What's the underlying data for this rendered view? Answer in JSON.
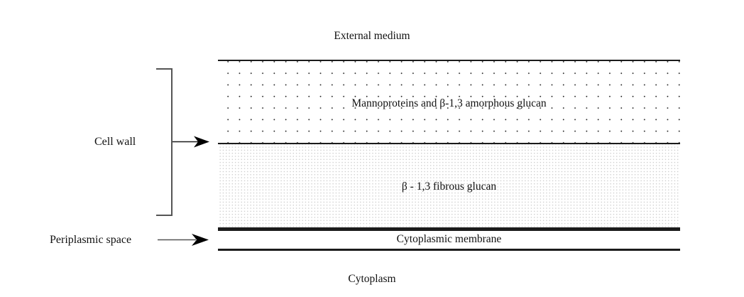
{
  "diagram": {
    "title_top": "External medium",
    "title_bottom": "Cytoplasm",
    "wall": {
      "bracket_label": "Cell wall",
      "layers": [
        {
          "name": "amorphous-layer",
          "label": "Mannoproteins and β-1,3 amorphous glucan",
          "fill": "coarse-dot-grid"
        },
        {
          "name": "fibrous-layer",
          "label": "β - 1,3 fibrous glucan",
          "fill": "fine-stipple"
        }
      ]
    },
    "membrane": {
      "label": "Cytoplasmic membrane"
    },
    "periplasm": {
      "label": "Periplasmic space"
    },
    "colors": {
      "background": "#ffffff",
      "line": "#1b1b1b",
      "bracket": "#555555",
      "text": "#111111",
      "coarse_dot": "#2a2a2a",
      "fine_dot": "#c9c9c9"
    }
  }
}
